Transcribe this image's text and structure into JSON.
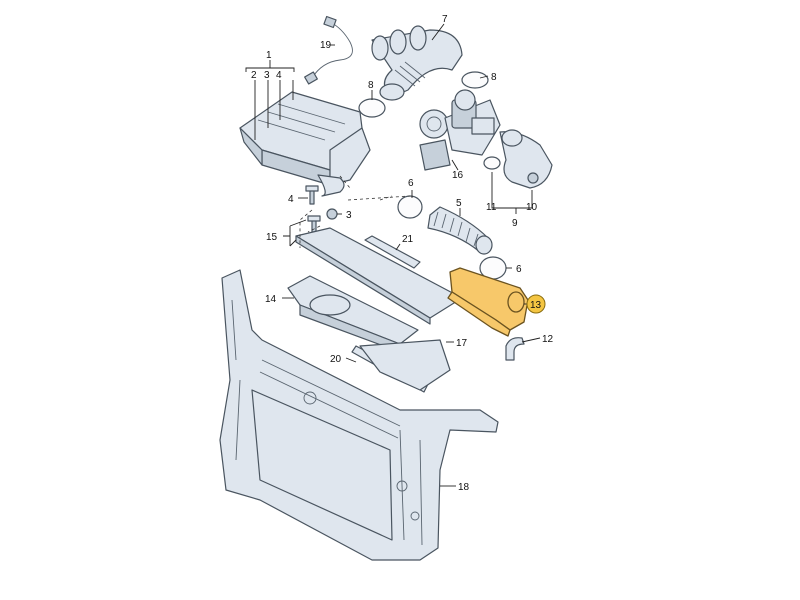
{
  "callouts": {
    "c1": "1",
    "c2": "2",
    "c3a": "3",
    "c4a": "4",
    "c3": "3",
    "c4": "4",
    "c5": "5",
    "c6a": "6",
    "c6b": "6",
    "c7": "7",
    "c8a": "8",
    "c8b": "8",
    "c9": "9",
    "c10": "10",
    "c11": "11",
    "c12": "12",
    "c13": "13",
    "c14": "14",
    "c15": "15",
    "c16": "16",
    "c17": "17",
    "c18": "18",
    "c19": "19",
    "c20": "20",
    "c21": "21"
  },
  "highlight": {
    "part": "13",
    "color": "#f4c542"
  }
}
